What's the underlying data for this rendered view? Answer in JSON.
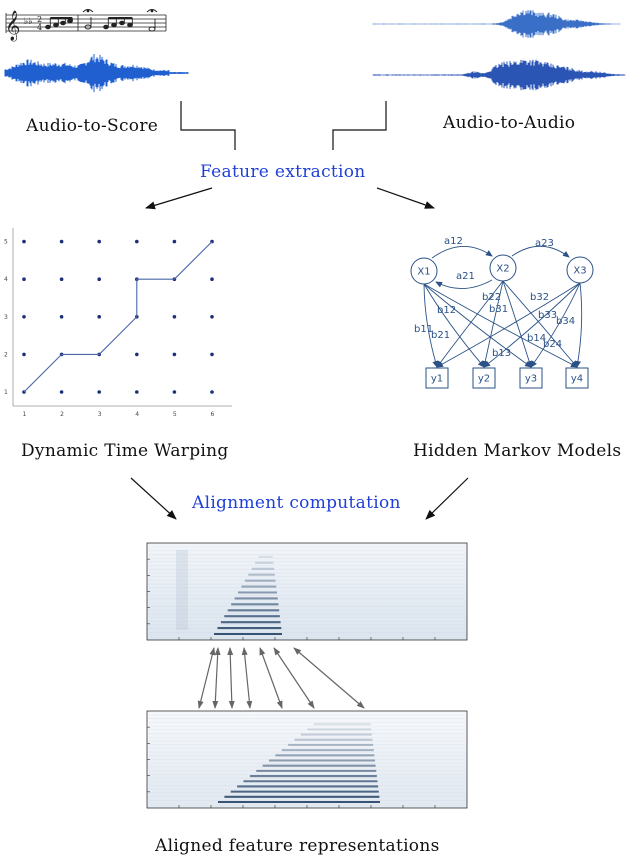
{
  "colors": {
    "accent": "#1f3fd6",
    "ink": "#111111",
    "hmm": "#2a5286",
    "dtw": "#1b2f7a",
    "spectro": "#2f4c6e"
  },
  "inputs": {
    "left_caption": "Audio-to-Score",
    "right_caption": "Audio-to-Audio"
  },
  "stages": {
    "feature_extraction": "Feature extraction",
    "alignment_computation": "Alignment computation"
  },
  "methods": {
    "dtw_caption": "Dynamic Time Warping",
    "hmm_caption": "Hidden Markov Models"
  },
  "dtw": {
    "x_ticks": [
      "1",
      "2",
      "3",
      "4",
      "5",
      "6"
    ],
    "y_ticks": [
      "1",
      "2",
      "3",
      "4",
      "5"
    ],
    "path": [
      [
        1,
        1
      ],
      [
        2,
        2
      ],
      [
        3,
        2
      ],
      [
        4,
        3
      ],
      [
        4,
        4
      ],
      [
        5,
        4
      ],
      [
        6,
        5
      ]
    ]
  },
  "hmm": {
    "states": [
      "X1",
      "X2",
      "X3"
    ],
    "observations": [
      "y1",
      "y2",
      "y3",
      "y4"
    ],
    "transition_labels": [
      "a12",
      "a21",
      "a23"
    ],
    "emission_labels": [
      "b11",
      "b12",
      "b21",
      "b22",
      "b31",
      "b32",
      "b33",
      "b34",
      "b13",
      "b14",
      "b24"
    ]
  },
  "output": {
    "caption": "Aligned feature representations",
    "correspondence_arrows": 7
  }
}
